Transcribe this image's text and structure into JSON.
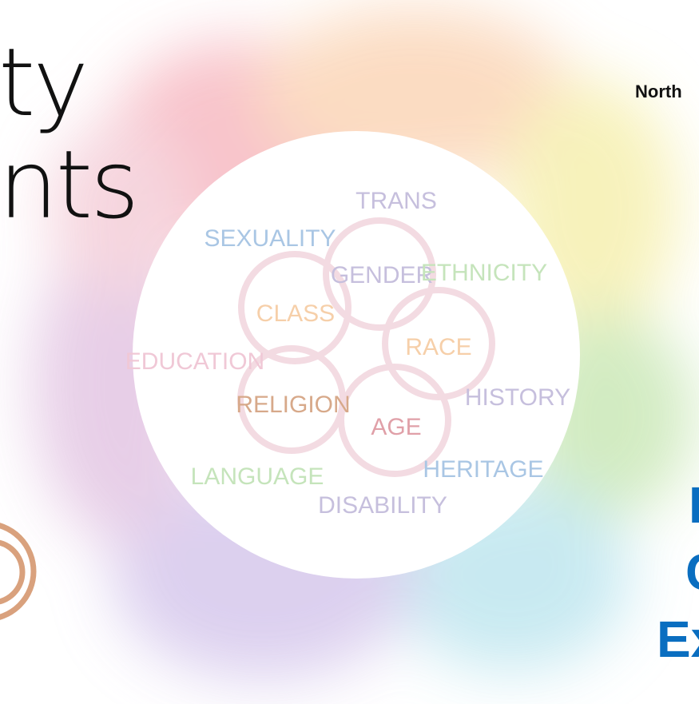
{
  "headline": {
    "line1": "ty",
    "line2": "nts"
  },
  "org_text": "North",
  "blue_words": [
    "I",
    "C",
    "Ex"
  ],
  "diagram": {
    "circle_labels": [
      "GENDER",
      "CLASS",
      "RACE",
      "RELIGION",
      "AGE"
    ],
    "outer_labels": [
      "TRANS",
      "SEXUALITY",
      "ETHNICITY",
      "EDUCATION",
      "HISTORY",
      "LANGUAGE",
      "HERITAGE",
      "DISABILITY"
    ]
  },
  "colors": {
    "ring": "#f3dbe2",
    "pink": "#f0c8d6",
    "peach": "#f6cfa9",
    "tan": "#d7a98a",
    "rose": "#e0a0a8",
    "lavender": "#c6bfdd",
    "blue": "#a9c6e4",
    "green": "#c5e4bb",
    "accent_blue": "#0a6ec0"
  }
}
